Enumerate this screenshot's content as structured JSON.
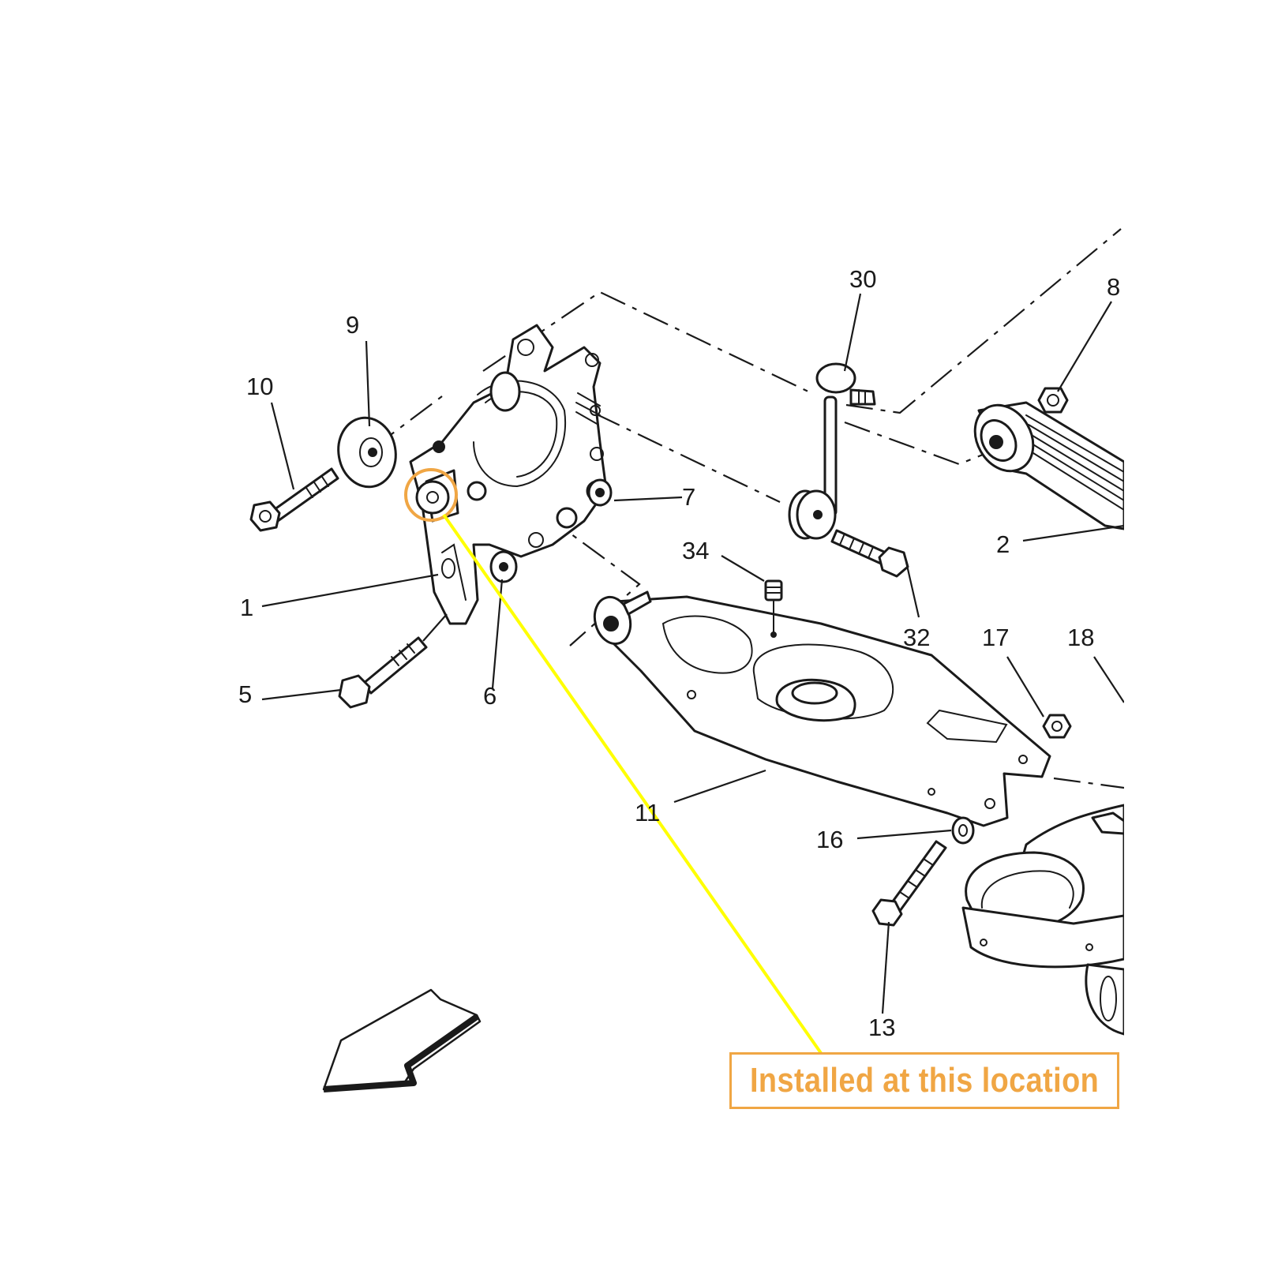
{
  "callout": {
    "text": "Installed at this location",
    "box_color": "#f0a644",
    "leader_color": "#ffff00",
    "marker_color": "#f0a644"
  },
  "labels": {
    "l1": "1",
    "l2": "2",
    "l5": "5",
    "l6": "6",
    "l7": "7",
    "l8": "8",
    "l9": "9",
    "l10": "10",
    "l11": "11",
    "l13": "13",
    "l16": "16",
    "l17": "17",
    "l18": "18",
    "l30": "30",
    "l32": "32",
    "l34": "34"
  },
  "icons": {
    "direction_arrow": "front-direction-arrow-icon"
  }
}
